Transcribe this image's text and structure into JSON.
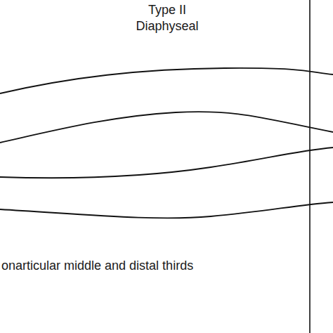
{
  "diagram": {
    "labels": [
      "Type II",
      "Diaphyseal",
      "onarticular middle and distal thirds"
    ]
  }
}
